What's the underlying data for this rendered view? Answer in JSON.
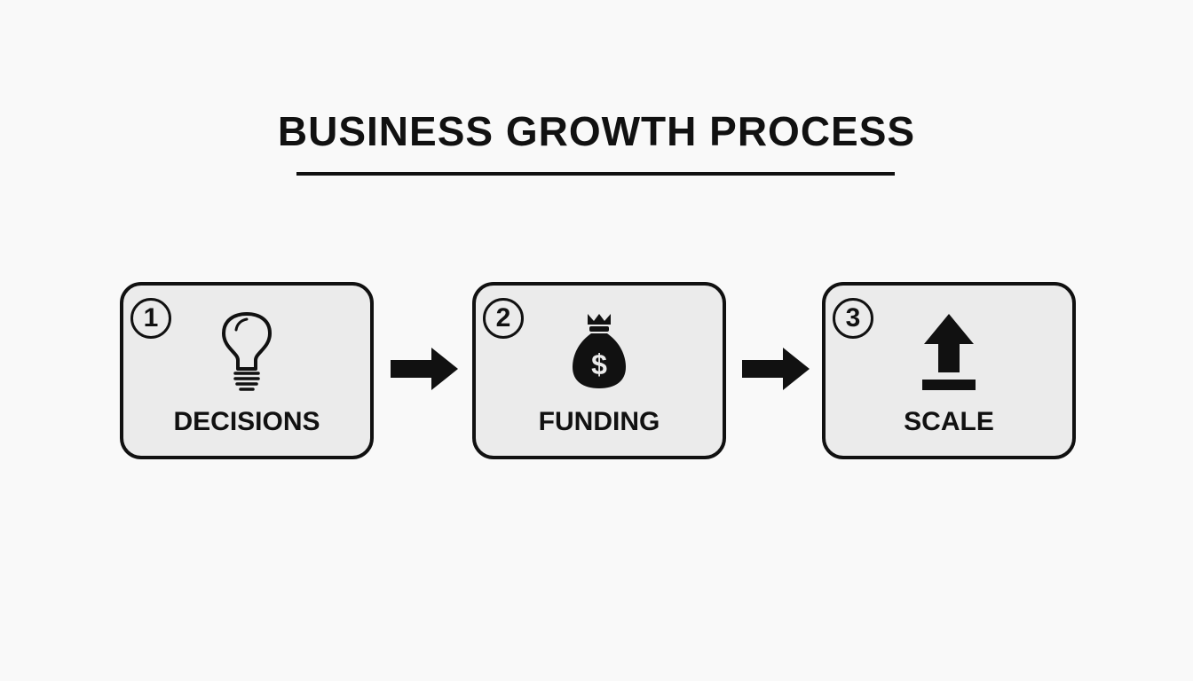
{
  "title": "BUSINESS GROWTH PROCESS",
  "steps": [
    {
      "number": "1",
      "label": "DECISIONS",
      "icon": "lightbulb-icon"
    },
    {
      "number": "2",
      "label": "FUNDING",
      "icon": "money-bag-icon"
    },
    {
      "number": "3",
      "label": "SCALE",
      "icon": "upload-arrow-icon"
    }
  ],
  "money_symbol": "$",
  "colors": {
    "background": "#f9f9f9",
    "box_fill": "#ebebeb",
    "ink": "#111111"
  }
}
